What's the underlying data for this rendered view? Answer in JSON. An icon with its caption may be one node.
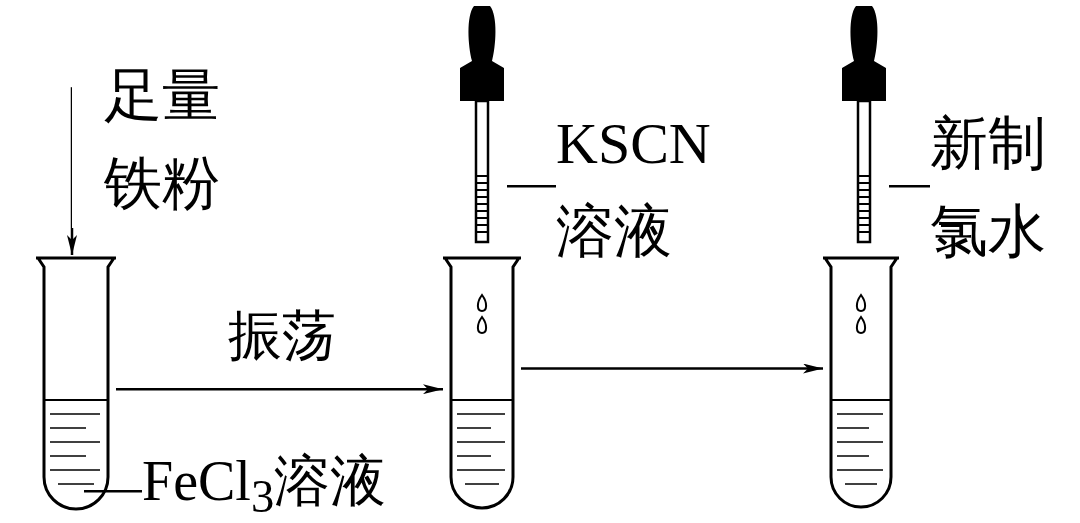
{
  "diagram": {
    "nodes": [
      {
        "text": [
          "足量铁粉"
        ]
      },
      {
        "text": [],
        "shape": "tube"
      },
      {
        "text": [
          "FeCl$_{3}$溶液"
        ]
      },
      {
        "text": [],
        "shape": "tube"
      },
      {
        "text": [],
        "shape": "dropper"
      },
      {
        "text": [
          "KSCN溶液"
        ]
      },
      {
        "text": [],
        "shape": "tube"
      },
      {
        "text": [],
        "shape": "dropper"
      },
      {
        "text": [
          "新制氯水"
        ]
      }
    ],
    "edges": [
      {
        "from": 0,
        "to": 1,
        "arrow": "to"
      },
      {
        "from": 1,
        "to": 3,
        "arrow": "to",
        "label": "振荡"
      },
      {
        "from": 3,
        "to": 6,
        "arrow": "to"
      },
      {
        "from": 2,
        "to": 1,
        "arrow": "none"
      },
      {
        "from": 5,
        "to": 4,
        "arrow": "none"
      },
      {
        "from": 8,
        "to": 7,
        "arrow": "none"
      }
    ]
  }
}
